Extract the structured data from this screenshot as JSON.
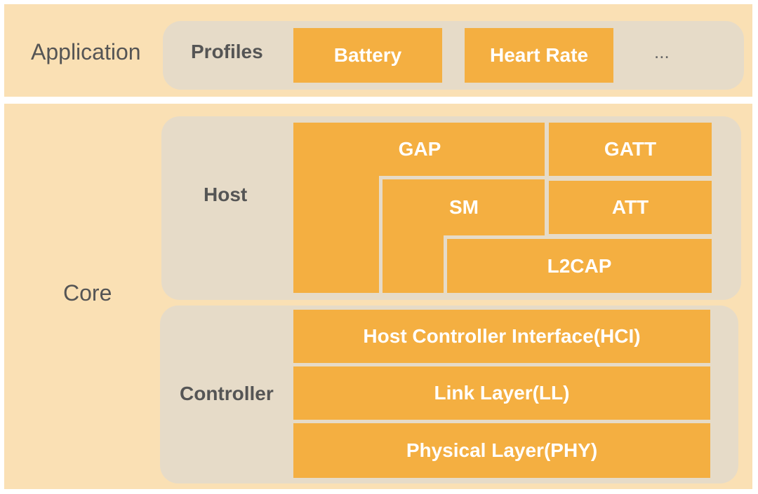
{
  "colors": {
    "band": "#fae0b4",
    "panel": "#e6dbc8",
    "block": "#f4af41",
    "block_text": "#ffffff",
    "label_text": "#555555"
  },
  "application": {
    "label": "Application",
    "profiles_label": "Profiles",
    "profiles": [
      "Battery",
      "Heart Rate"
    ],
    "more": "..."
  },
  "core": {
    "label": "Core",
    "host": {
      "label": "Host",
      "blocks": {
        "gap": "GAP",
        "gatt": "GATT",
        "sm": "SM",
        "att": "ATT",
        "l2cap": "L2CAP"
      }
    },
    "controller": {
      "label": "Controller",
      "layers": [
        "Host Controller Interface(HCI)",
        "Link Layer(LL)",
        "Physical Layer(PHY)"
      ]
    }
  }
}
